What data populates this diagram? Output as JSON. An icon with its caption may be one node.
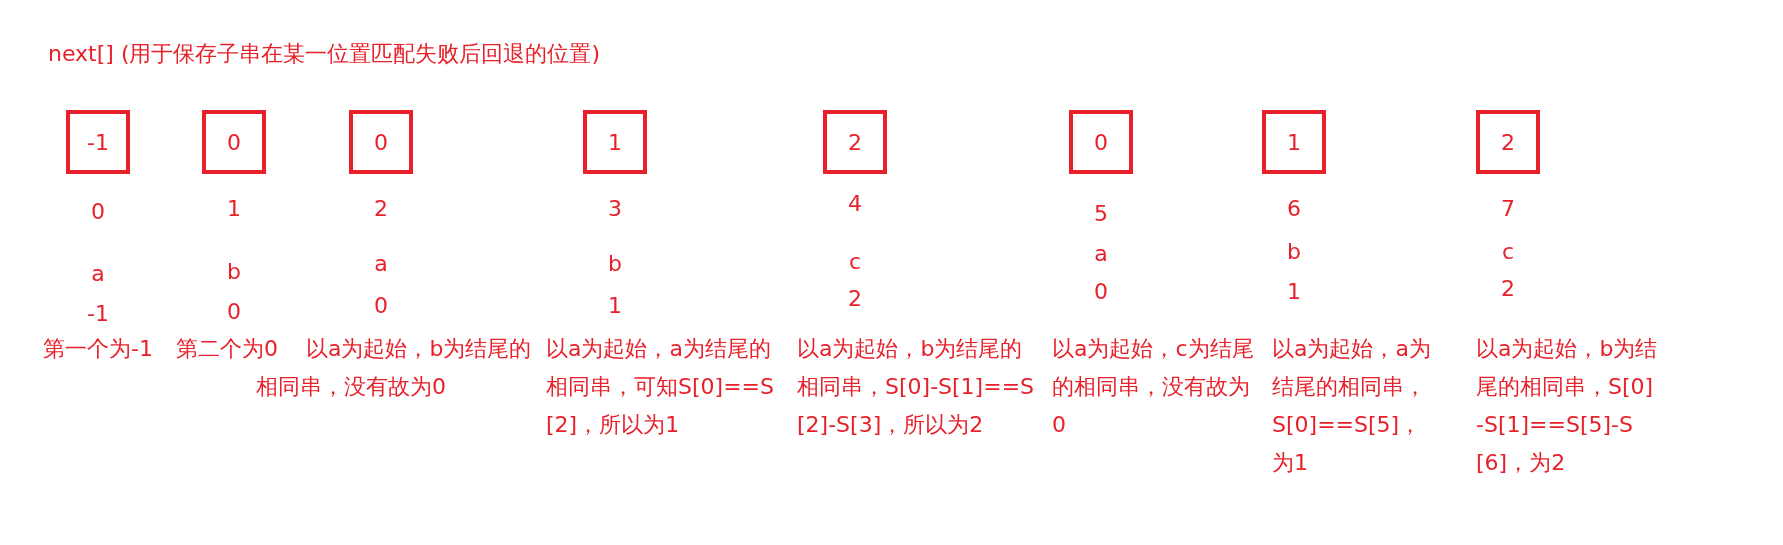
{
  "diagram": {
    "title": "next[] (用于保存子串在某一位置匹配失败后回退的位置)",
    "nodes": [
      {
        "text": [
          "-1"
        ],
        "beside": [
          "0",
          "a",
          "-1",
          "第一个为-1"
        ]
      },
      {
        "text": [
          "0"
        ],
        "beside": [
          "1",
          "b",
          "0",
          "第二个为0"
        ]
      },
      {
        "text": [
          "0"
        ],
        "beside": [
          "2",
          "a",
          "0",
          "以a为起始，b为结尾的相同串，没有故为0"
        ]
      },
      {
        "text": [
          "1"
        ],
        "beside": [
          "3",
          "b",
          "1",
          "以a为起始，a为结尾的相同串，可知S[0]==S[2]，所以为1"
        ]
      },
      {
        "text": [
          "2"
        ],
        "beside": [
          "4",
          "c",
          "2",
          "以a为起始，b为结尾的相同串，S[0]-S[1]==S[2]-S[3]，所以为2"
        ]
      },
      {
        "text": [
          "0"
        ],
        "beside": [
          "5",
          "a",
          "0",
          "以a为起始，c为结尾的相同串，没有故为0"
        ]
      },
      {
        "text": [
          "1"
        ],
        "beside": [
          "6",
          "b",
          "1",
          "以a为起始，a为结尾的相同串，S[0]==S[5]，为1"
        ]
      },
      {
        "text": [
          "2"
        ],
        "beside": [
          "7",
          "c",
          "2",
          "以a为起始，b为结尾的相同串，S[0]-S[1]==S[5]-S[6]，为2"
        ]
      }
    ]
  }
}
